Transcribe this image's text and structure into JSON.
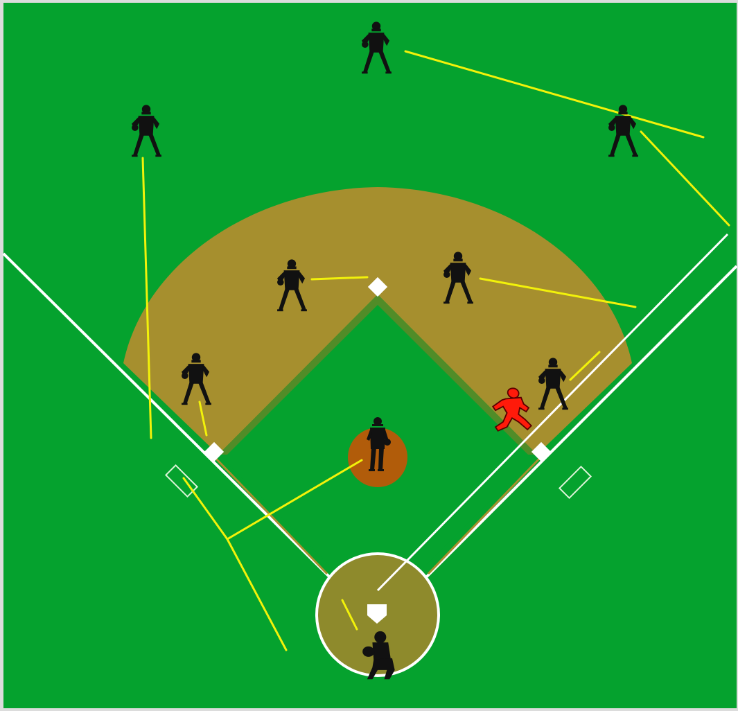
{
  "colors": {
    "grass": "#05a22e",
    "border": "#dcdcdc",
    "dirt": "#a68f2e",
    "dirt_edge": "#8f7a24",
    "home_dirt": "#8e8a2c",
    "mound": "#b15c0a",
    "chalk": "#ffffff",
    "coach_box": "#dff5d9",
    "player": "#111111",
    "runner": "#ff1a0a",
    "runner_outline": "#5a0000",
    "movement_line": "#f2f20a"
  },
  "players": [
    {
      "id": "center-fielder",
      "icon": "fielder-ready-stance-icon"
    },
    {
      "id": "left-fielder",
      "icon": "fielder-ready-stance-icon"
    },
    {
      "id": "right-fielder",
      "icon": "fielder-ready-stance-icon"
    },
    {
      "id": "shortstop",
      "icon": "fielder-ready-stance-icon"
    },
    {
      "id": "second-baseman",
      "icon": "fielder-ready-stance-icon"
    },
    {
      "id": "third-baseman",
      "icon": "fielder-ready-stance-icon"
    },
    {
      "id": "first-baseman",
      "icon": "fielder-ready-stance-icon"
    },
    {
      "id": "pitcher",
      "icon": "pitcher-icon"
    },
    {
      "id": "catcher",
      "icon": "catcher-crouch-icon"
    },
    {
      "id": "batter-runner",
      "icon": "running-batter-icon"
    }
  ]
}
